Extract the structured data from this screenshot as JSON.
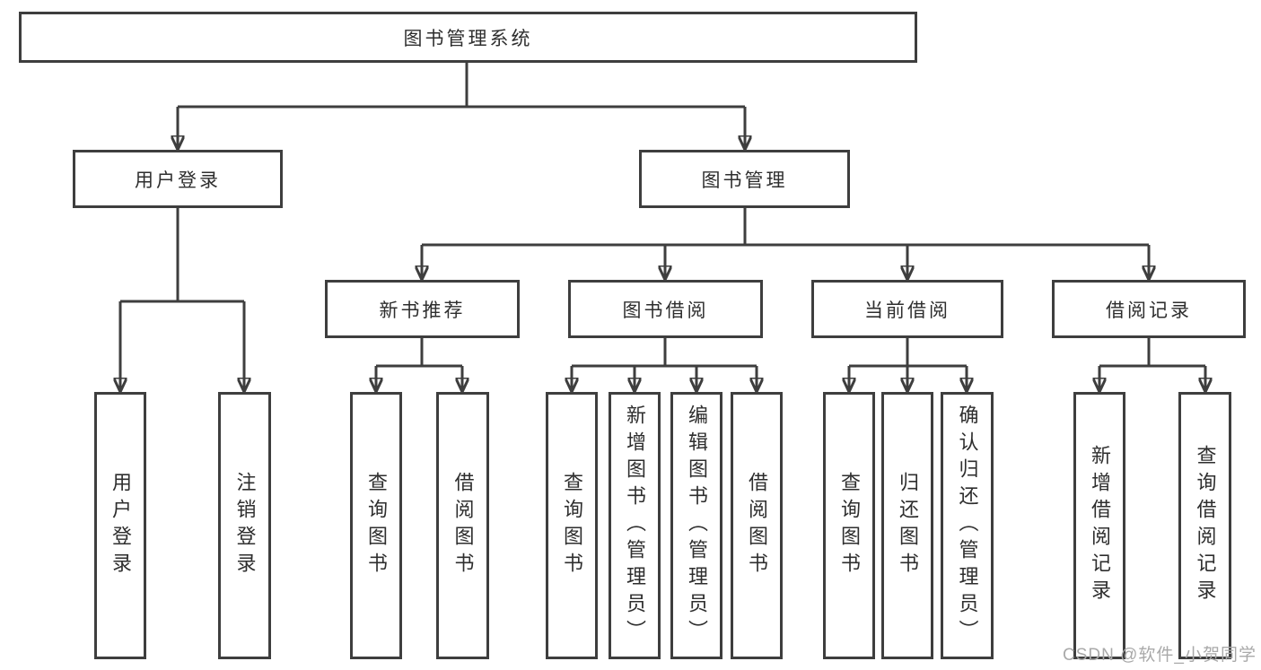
{
  "root": {
    "label": "图书管理系统"
  },
  "login_branch": {
    "label": "用户登录",
    "children": [
      {
        "label": "用户登录"
      },
      {
        "label": "注销登录"
      }
    ]
  },
  "management_branch": {
    "label": "图书管理",
    "sections": [
      {
        "label": "新书推荐",
        "children": [
          {
            "label": "查询图书"
          },
          {
            "label": "借阅图书"
          }
        ]
      },
      {
        "label": "图书借阅",
        "children": [
          {
            "label": "查询图书"
          },
          {
            "label": "新增图书（管理员）"
          },
          {
            "label": "编辑图书（管理员）"
          },
          {
            "label": "借阅图书"
          }
        ]
      },
      {
        "label": "当前借阅",
        "children": [
          {
            "label": "查询图书"
          },
          {
            "label": "归还图书"
          },
          {
            "label": "确认归还（管理员）"
          }
        ]
      },
      {
        "label": "借阅记录",
        "children": [
          {
            "label": "新增借阅记录"
          },
          {
            "label": "查询借阅记录"
          }
        ]
      }
    ]
  },
  "watermark": "CSDN @软件_小贺同学",
  "colors": {
    "line": "#3e3e3e",
    "box_border": "#3e3e3e",
    "box_fill": "#ffffff",
    "text": "#2e2e2e",
    "watermark": "#a9a9a9",
    "background": "#ffffff"
  }
}
